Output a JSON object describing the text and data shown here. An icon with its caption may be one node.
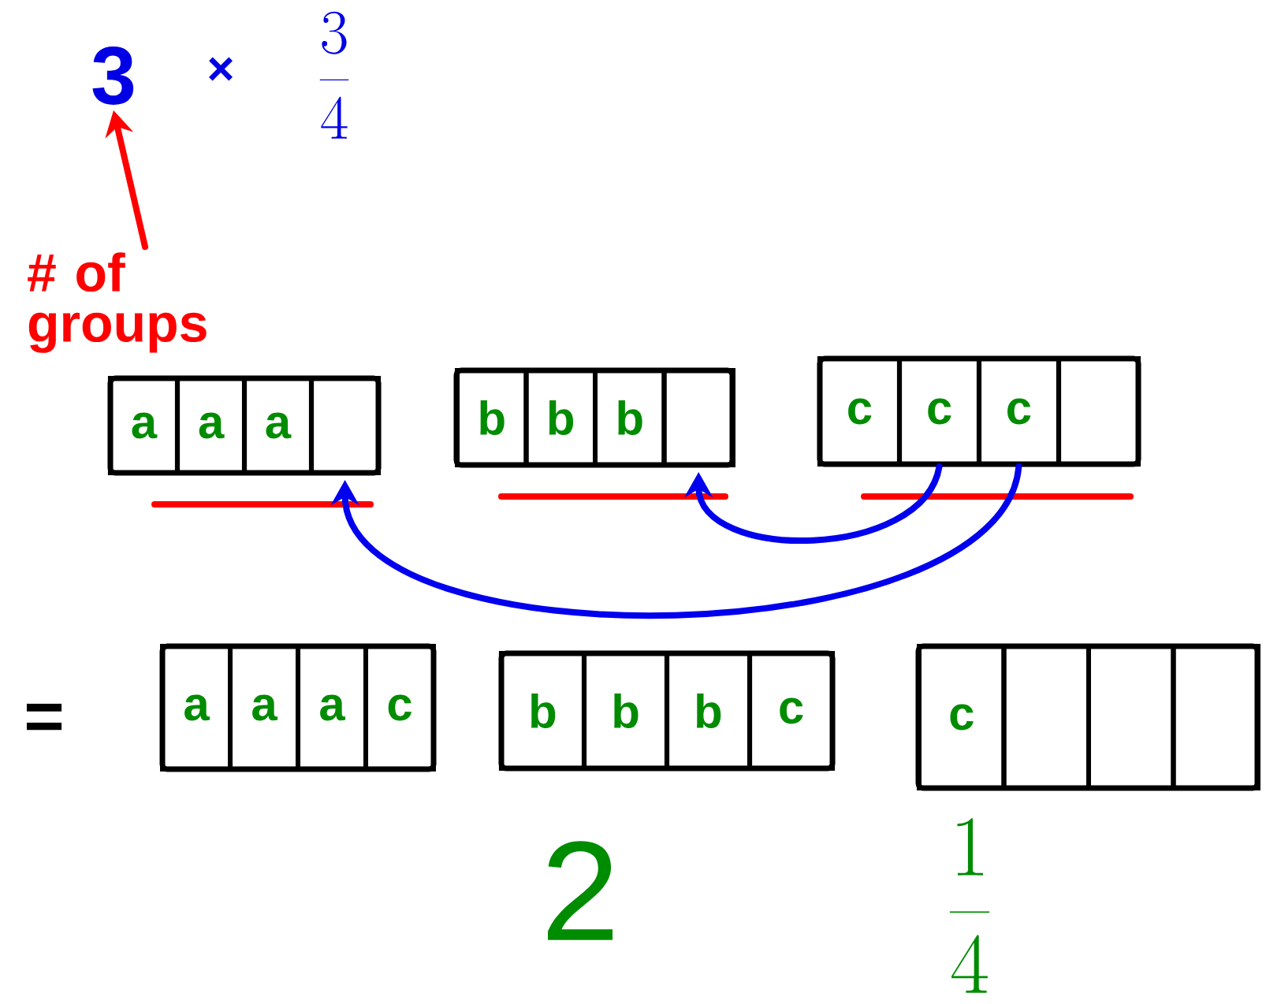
{
  "diagram": {
    "nodes": [
      {
        "text": [
          "3"
        ]
      },
      {
        "text": [
          "# of groups"
        ]
      },
      {
        "text": [],
        "shape": "box"
      },
      {
        "text": [
          "a"
        ],
        "in": 2
      },
      {
        "text": [
          "a"
        ],
        "in": 2
      },
      {
        "text": [
          "a"
        ],
        "in": 2
      },
      {
        "text": [],
        "shape": "box",
        "in": 2
      },
      {
        "text": [],
        "shape": "box"
      },
      {
        "text": [
          "b"
        ],
        "in": 7
      },
      {
        "text": [
          "b"
        ],
        "in": 7
      },
      {
        "text": [
          "b"
        ],
        "in": 7
      },
      {
        "text": [],
        "shape": "box",
        "in": 7
      },
      {
        "text": [],
        "shape": "box"
      },
      {
        "text": [
          "c"
        ],
        "in": 12
      },
      {
        "text": [
          "c"
        ],
        "in": 12
      },
      {
        "text": [
          "c"
        ],
        "in": 12
      },
      {
        "text": [],
        "shape": "box",
        "in": 12
      },
      {
        "text": [],
        "shape": "box"
      },
      {
        "text": [
          "a"
        ],
        "in": 17
      },
      {
        "text": [
          "a"
        ],
        "in": 17
      },
      {
        "text": [
          "a"
        ],
        "in": 17
      },
      {
        "text": [
          "c"
        ],
        "in": 17
      },
      {
        "text": [],
        "shape": "box"
      },
      {
        "text": [
          "b"
        ],
        "in": 22
      },
      {
        "text": [
          "b"
        ],
        "in": 22
      },
      {
        "text": [
          "b"
        ],
        "in": 22
      },
      {
        "text": [
          "c"
        ],
        "in": 22
      },
      {
        "text": [],
        "shape": "box"
      },
      {
        "text": [
          "c"
        ],
        "in": 27
      },
      {
        "text": [],
        "shape": "box",
        "in": 27
      },
      {
        "text": [],
        "shape": "box",
        "in": 27
      },
      {
        "text": [],
        "shape": "box",
        "in": 27
      }
    ],
    "edges": [
      {
        "from": 1,
        "to": 0,
        "arrow": "to",
        "color": "#ff0000"
      },
      {
        "from": 14,
        "to": 11,
        "arrow": "to"
      },
      {
        "from": 15,
        "to": 6,
        "arrow": "to"
      }
    ],
    "labels": [
      "×",
      "\\frac{3}{4}",
      "=",
      "2",
      "\\frac{1}{4}"
    ]
  }
}
